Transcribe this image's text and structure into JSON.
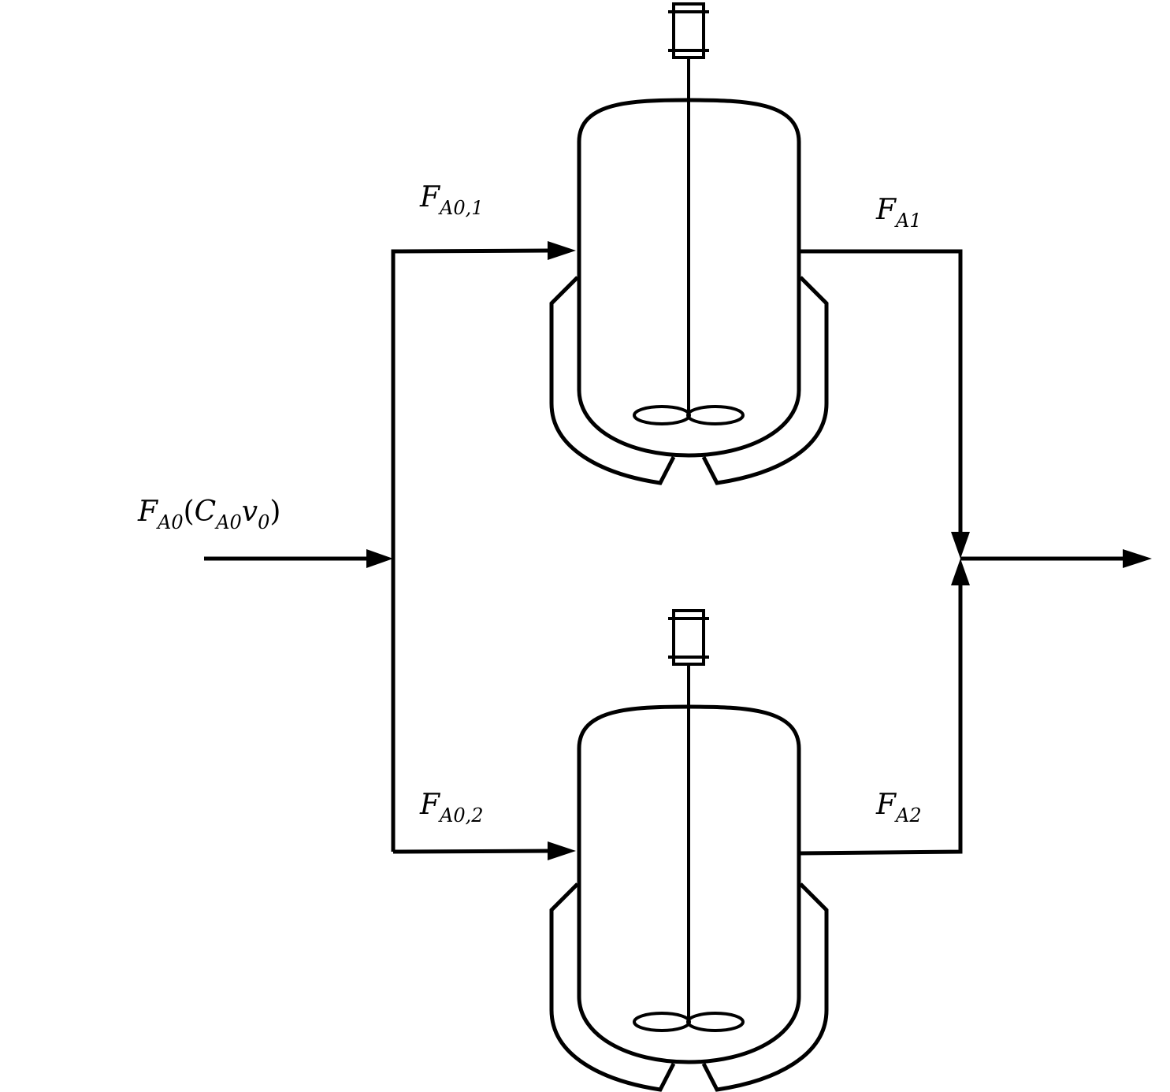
{
  "labels": {
    "feed": {
      "main": "F",
      "sub": "A0",
      "paren_open": "(",
      "c": "C",
      "c_sub": "A0",
      "v": "v",
      "v_sub": "0",
      "paren_close": ")"
    },
    "feed_1": {
      "main": "F",
      "sub": "A0,1"
    },
    "feed_2": {
      "main": "F",
      "sub": "A0,2"
    },
    "out_1": {
      "main": "F",
      "sub": "A1"
    },
    "out_2": {
      "main": "F",
      "sub": "A2"
    }
  },
  "colors": {
    "stroke": "#000000",
    "background": "#ffffff"
  },
  "icons": [
    "arrow-icon",
    "stirred-tank-reactor-icon",
    "impeller-icon",
    "motor-icon"
  ]
}
